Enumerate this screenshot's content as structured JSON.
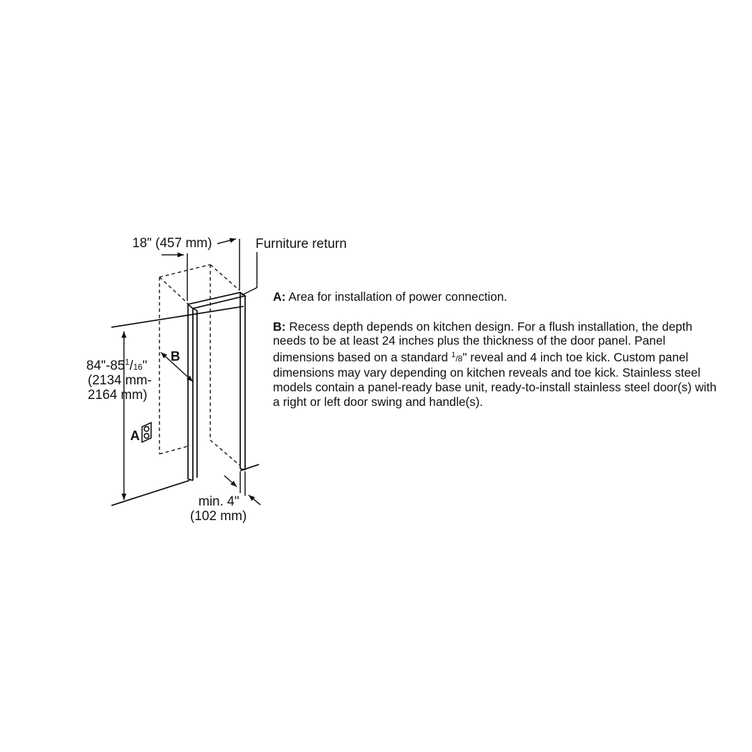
{
  "labels": {
    "width_dim": "18\" (457 mm)",
    "furniture_return": "Furniture return",
    "height_dim_line1_prefix": "84\"-85",
    "height_dim_line1_sup": "1",
    "height_dim_line1_slash": "/",
    "height_dim_line1_den": "16",
    "height_dim_line1_suffix": "\"",
    "height_dim_line2": "(2134 mm-",
    "height_dim_line3": "2164 mm)",
    "marker_a": "A",
    "marker_b": "B",
    "min_dim_line1": "min. 4\"",
    "min_dim_line2": "(102 mm)"
  },
  "notes": {
    "a_key": "A:",
    "a_text": " Area for installation of power connection.",
    "b_key": "B:",
    "b_text_1": " Recess depth depends on kitchen design. For a flush installation, the depth needs to be at least 24 inches plus the thickness of the door panel. Panel dimensions based on a standard ",
    "b_frac_num": "1",
    "b_frac_den": "/8",
    "b_text_2": "\" reveal and 4 inch toe kick. Custom panel dimensions may vary depending on kitchen reveals and toe kick. Stainless steel models contain a panel-ready base unit, ready-to-install stainless steel door(s) with a right or left door swing and handle(s)."
  },
  "colors": {
    "ink": "#111111",
    "background": "#ffffff"
  },
  "icons": {
    "outlet": "power-outlet-icon",
    "arrow": "dimension-arrow"
  }
}
